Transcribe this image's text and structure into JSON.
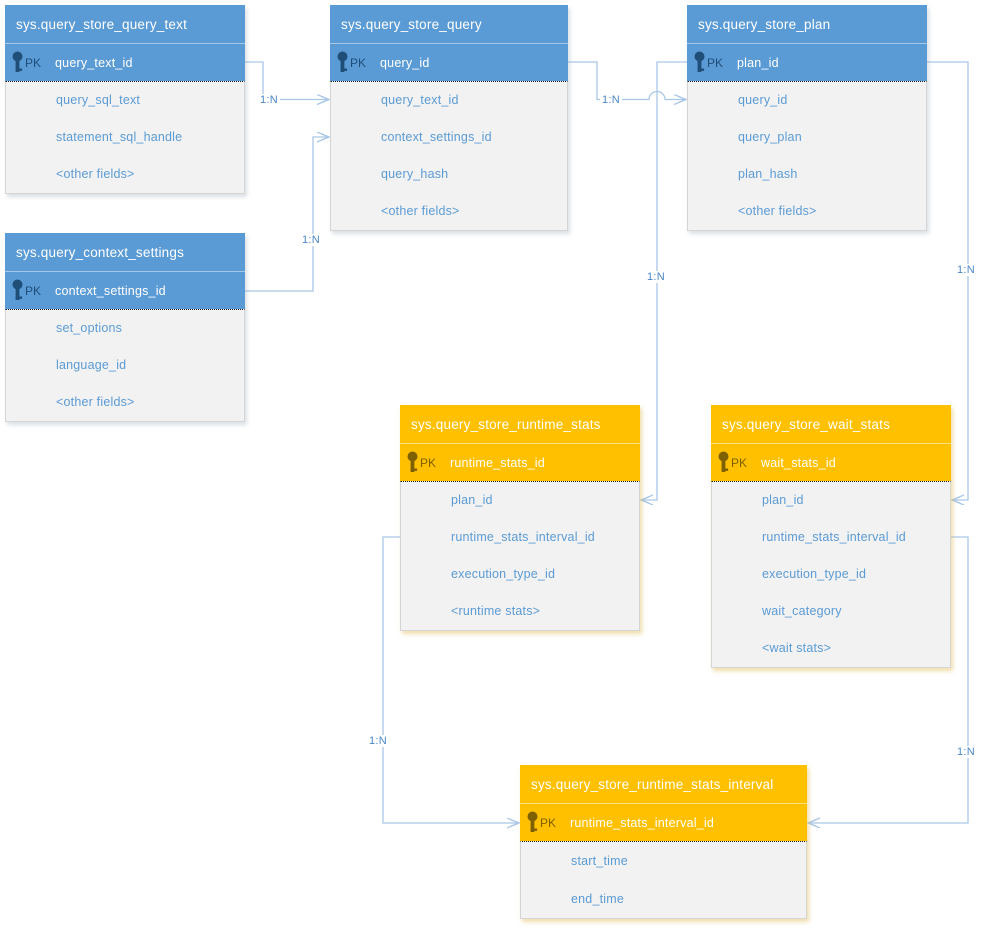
{
  "colors": {
    "blue_header": "#5B9BD5",
    "orange_header": "#FFC000",
    "body_background": "#F2F2F2",
    "field_text": "#5B9BD5",
    "blue_pk_icon": "#1F4E79",
    "orange_pk_icon": "#7F6000",
    "connector": "#A9C7E8",
    "connector_label": "#4A86C6"
  },
  "tables": [
    {
      "id": "query_store_query_text",
      "title": "sys.query_store_query_text",
      "pk_label": "PK",
      "pk_field": "query_text_id",
      "fields": [
        "query_sql_text",
        "statement_sql_handle",
        "<other fields>"
      ],
      "theme": "blue"
    },
    {
      "id": "query_store_query",
      "title": "sys.query_store_query",
      "pk_label": "PK",
      "pk_field": "query_id",
      "fields": [
        "query_text_id",
        "context_settings_id",
        "query_hash",
        "<other fields>"
      ],
      "theme": "blue"
    },
    {
      "id": "query_store_plan",
      "title": "sys.query_store_plan",
      "pk_label": "PK",
      "pk_field": "plan_id",
      "fields": [
        "query_id",
        "query_plan",
        "plan_hash",
        "<other fields>"
      ],
      "theme": "blue"
    },
    {
      "id": "query_context_settings",
      "title": "sys.query_context_settings",
      "pk_label": "PK",
      "pk_field": "context_settings_id",
      "fields": [
        "set_options",
        "language_id",
        "<other fields>"
      ],
      "theme": "blue"
    },
    {
      "id": "query_store_runtime_stats",
      "title": "sys.query_store_runtime_stats",
      "pk_label": "PK",
      "pk_field": "runtime_stats_id",
      "fields": [
        "plan_id",
        "runtime_stats_interval_id",
        "execution_type_id",
        "<runtime stats>"
      ],
      "theme": "orange"
    },
    {
      "id": "query_store_wait_stats",
      "title": "sys.query_store_wait_stats",
      "pk_label": "PK",
      "pk_field": "wait_stats_id",
      "fields": [
        "plan_id",
        "runtime_stats_interval_id",
        "execution_type_id",
        "wait_category",
        "<wait stats>"
      ],
      "theme": "orange"
    },
    {
      "id": "query_store_runtime_stats_interval",
      "title": "sys.query_store_runtime_stats_interval",
      "pk_label": "PK",
      "pk_field": "runtime_stats_interval_id",
      "fields": [
        "start_time",
        "end_time"
      ],
      "theme": "orange"
    }
  ],
  "relationships": [
    {
      "label": "1:N",
      "from": "sys.query_store_query_text.query_text_id",
      "to": "sys.query_store_query.query_text_id"
    },
    {
      "label": "1:N",
      "from": "sys.query_context_settings.context_settings_id",
      "to": "sys.query_store_query.context_settings_id"
    },
    {
      "label": "1:N",
      "from": "sys.query_store_query.query_id",
      "to": "sys.query_store_plan.query_id"
    },
    {
      "label": "1:N",
      "from": "sys.query_store_plan.plan_id",
      "to": "sys.query_store_runtime_stats.plan_id"
    },
    {
      "label": "1:N",
      "from": "sys.query_store_plan.plan_id",
      "to": "sys.query_store_wait_stats.plan_id"
    },
    {
      "label": "1:N",
      "from": "sys.query_store_runtime_stats.runtime_stats_interval_id",
      "to": "sys.query_store_runtime_stats_interval.runtime_stats_interval_id"
    },
    {
      "label": "1:N",
      "from": "sys.query_store_wait_stats.runtime_stats_interval_id",
      "to": "sys.query_store_runtime_stats_interval.runtime_stats_interval_id"
    }
  ]
}
